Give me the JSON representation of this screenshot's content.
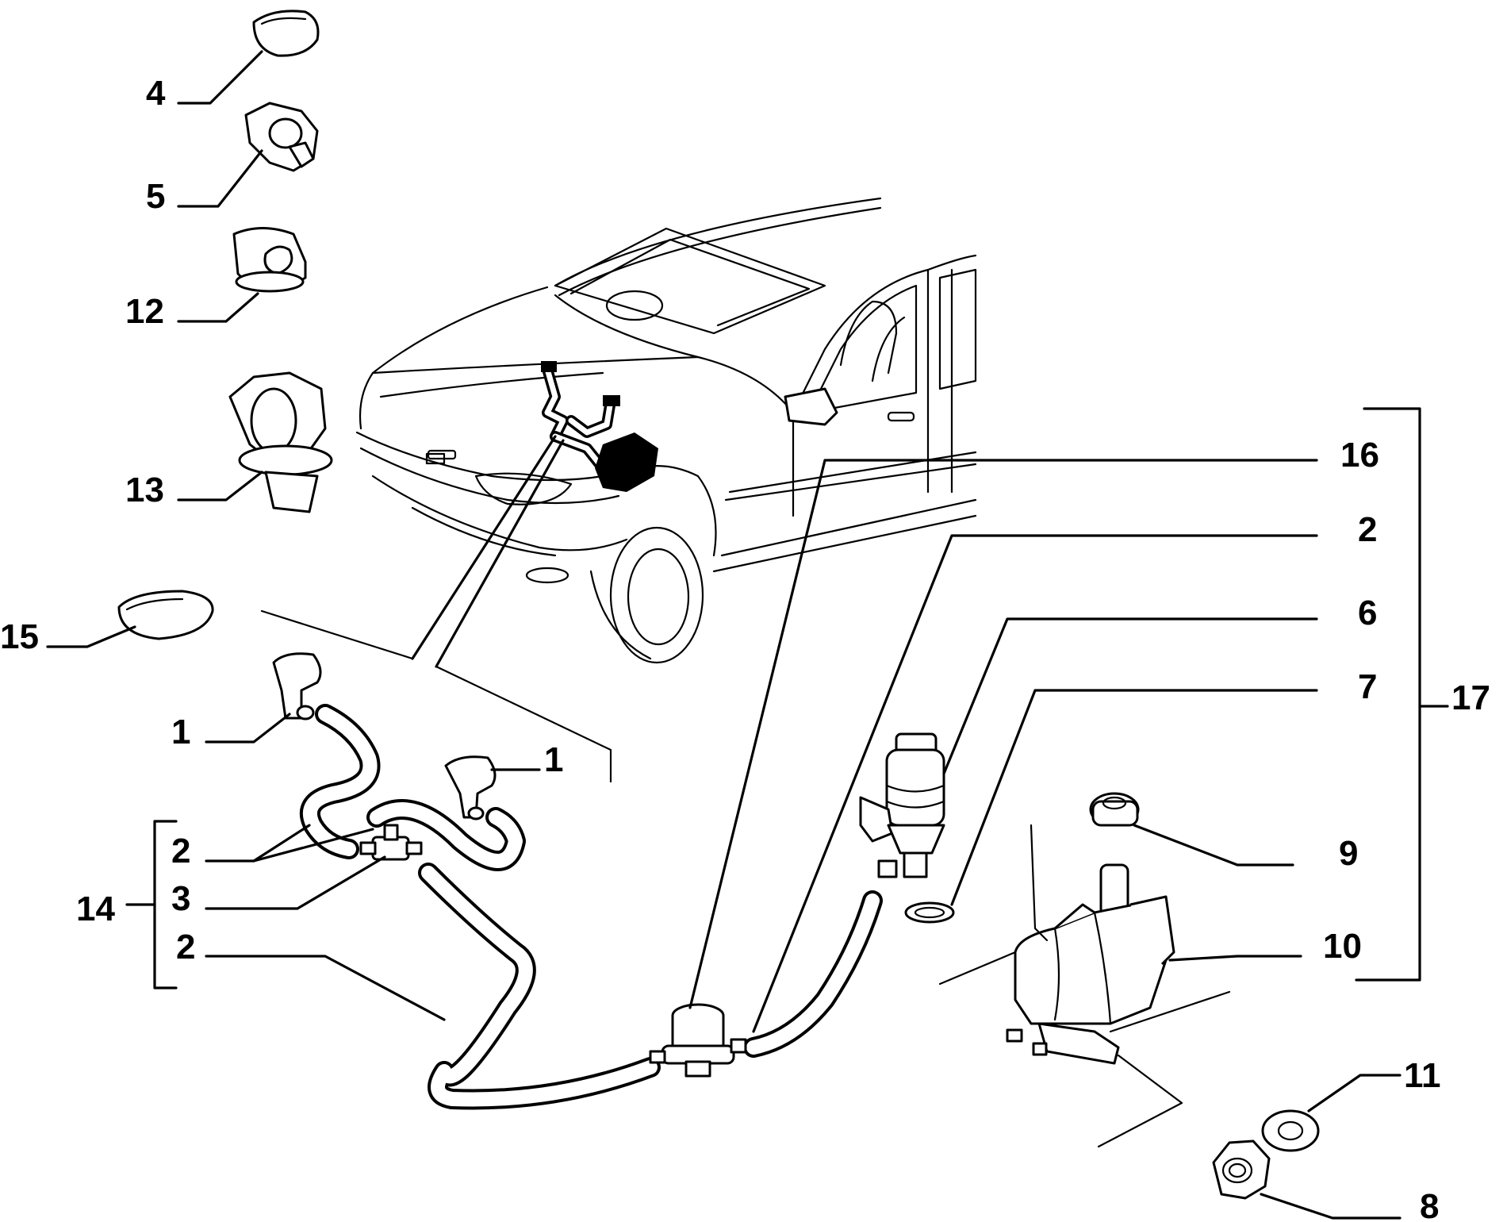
{
  "labels": {
    "c4": "4",
    "c5": "5",
    "c12": "12",
    "c13": "13",
    "c15": "15",
    "c1a": "1",
    "c1b": "1",
    "c2a": "2",
    "c3": "3",
    "c2b": "2",
    "c14": "14",
    "c16": "16",
    "c2c": "2",
    "c6": "6",
    "c7": "7",
    "c17": "17",
    "c9": "9",
    "c10": "10",
    "c11": "11",
    "c8": "8"
  }
}
